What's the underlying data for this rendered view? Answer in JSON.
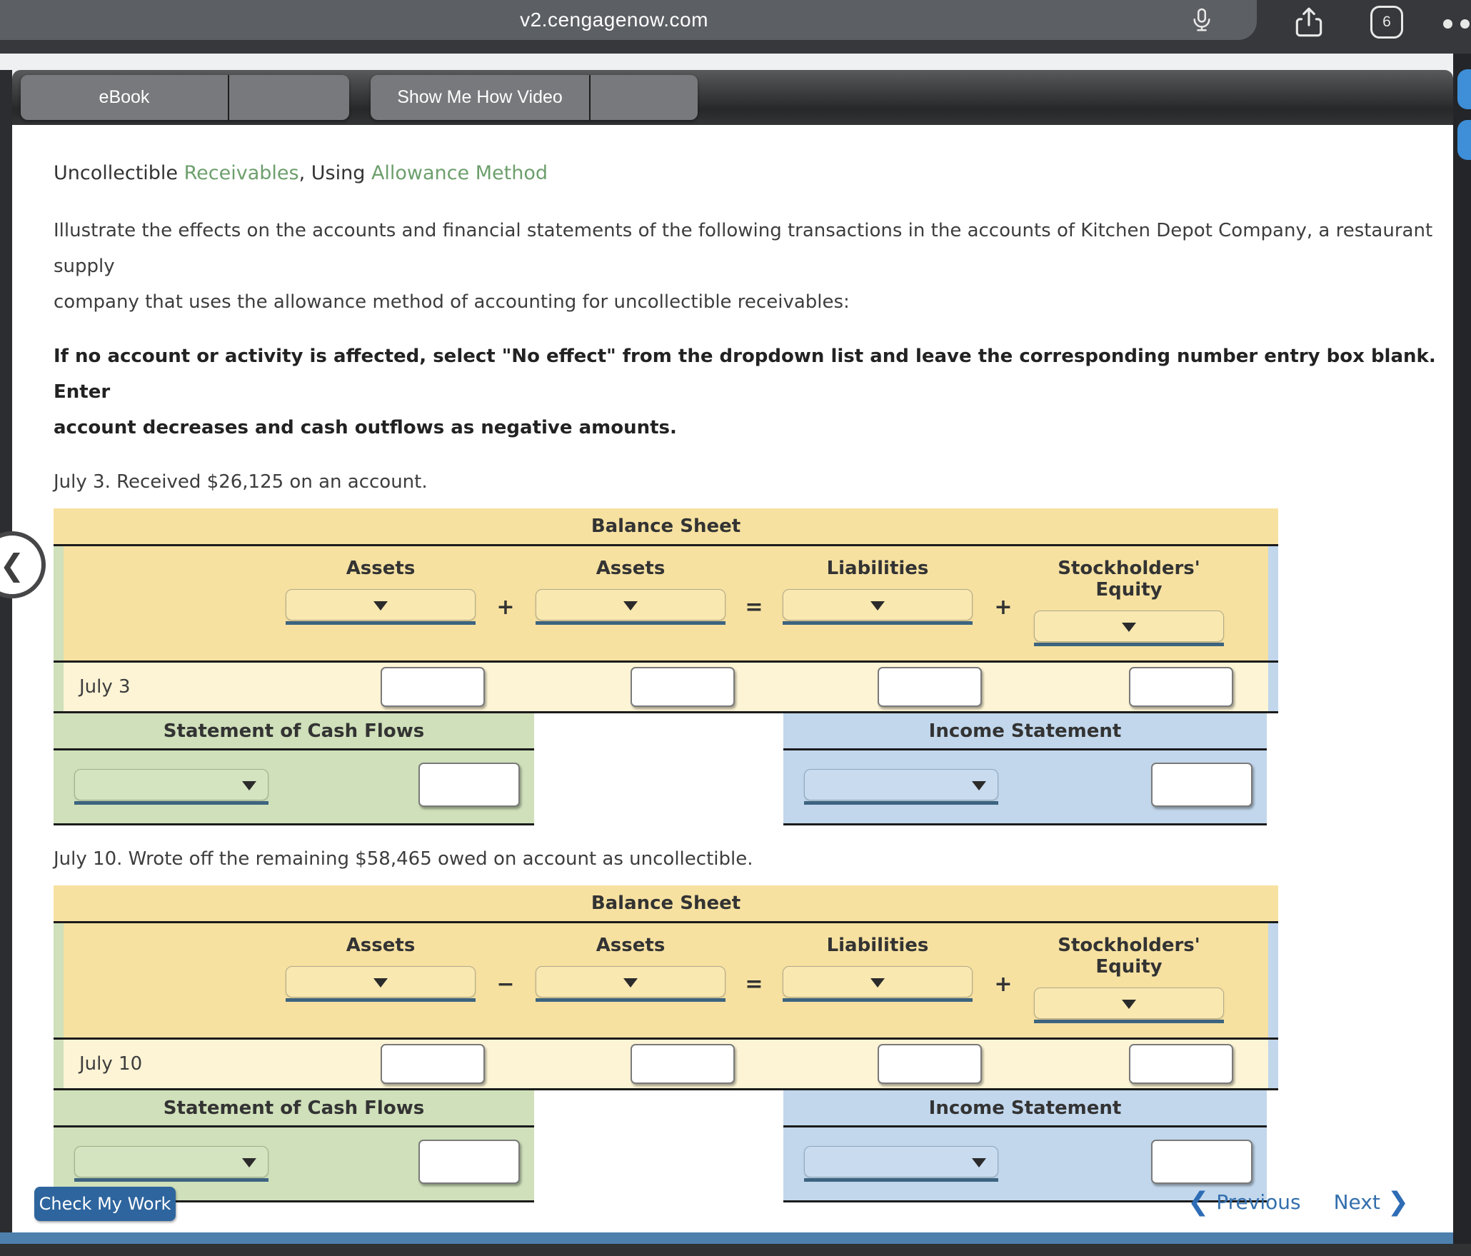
{
  "browser": {
    "url": "v2.cengagenow.com",
    "tab_count": "6"
  },
  "toolbar": {
    "ebook": "eBook",
    "show_me_how": "Show Me How Video"
  },
  "problem": {
    "heading": {
      "part1": "Uncollectible ",
      "link1": "Receivables",
      "part2": ", Using ",
      "link2": "Allowance Method"
    },
    "intro_line1": "Illustrate the effects on the accounts and financial statements of the following transactions in the accounts of Kitchen Depot Company, a restaurant supply",
    "intro_line2": "company that uses the allowance method of accounting for uncollectible receivables:",
    "note_line1": "If no account or activity is affected, select \"No effect\" from the dropdown list and leave the corresponding number entry box blank. Enter",
    "note_line2": "account decreases and cash outflows as negative amounts."
  },
  "transactions": [
    {
      "prompt": "July 3. Received $26,125 on an account.",
      "row_label": "July 3",
      "balance_sheet_title": "Balance Sheet",
      "col1": "Assets",
      "col2": "Assets",
      "col3": "Liabilities",
      "col4": "Stockholders' Equity",
      "op1": "+",
      "op2": "=",
      "op3": "+",
      "cash_flow_title": "Statement of Cash Flows",
      "income_title": "Income Statement"
    },
    {
      "prompt": "July 10. Wrote off the remaining $58,465 owed on account as uncollectible.",
      "row_label": "July 10",
      "balance_sheet_title": "Balance Sheet",
      "col1": "Assets",
      "col2": "Assets",
      "col3": "Liabilities",
      "col4": "Stockholders' Equity",
      "op1": "−",
      "op2": "=",
      "op3": "+",
      "cash_flow_title": "Statement of Cash Flows",
      "income_title": "Income Statement"
    }
  ],
  "footer": {
    "check_my_work": "Check My Work",
    "previous": "Previous",
    "next": "Next",
    "prev_chevron": "❮",
    "next_chevron": "❯",
    "back_chevron": "❮"
  },
  "colors": {
    "link_green": "#6d9f6d",
    "balance_sheet_yellow": "#f6e1a1",
    "entry_row_yellow": "#fcf4d5",
    "cash_flow_green": "#cfe0ba",
    "income_blue": "#c2d7ec",
    "dropdown_underline": "#3d6480",
    "check_button_blue": "#2e659e",
    "nav_link_blue": "#336fad",
    "footer_bar_blue": "#4d80ad"
  }
}
